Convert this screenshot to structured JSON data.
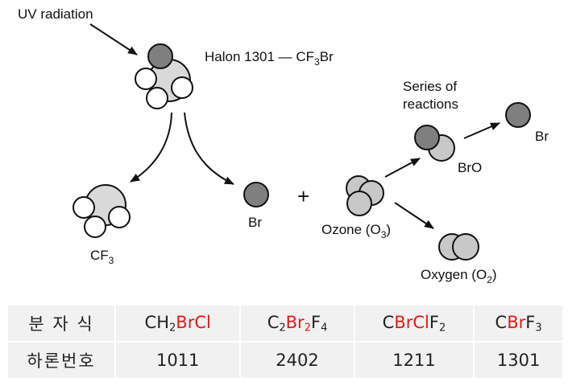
{
  "diagram": {
    "labels": {
      "uv": "UV radiation",
      "halon": "Halon 1301 — CF",
      "halon_sub": "3",
      "halon_tail": "Br",
      "cf3": "CF",
      "cf3_sub": "3",
      "br_left": "Br",
      "plus": "+",
      "ozone": "Ozone (O",
      "ozone_sub": "3",
      "ozone_tail": ")",
      "series1": "Series of",
      "series2": "reactions",
      "bro": "BrO",
      "br_right": "Br",
      "oxygen": "Oxygen (O",
      "oxygen_sub": "2",
      "oxygen_tail": ")"
    },
    "colors": {
      "bromine": "#7f7f7f",
      "ozone_atom": "#c8c8c8",
      "carbon": "#d9d9d9",
      "fluorine": "#ffffff"
    }
  },
  "table": {
    "row1_label": "분 자 식",
    "row2_label": "하론번호",
    "formulas": [
      {
        "parts": [
          {
            "t": "CH",
            "red": false
          },
          {
            "t": "2",
            "sub": true,
            "red": false
          },
          {
            "t": "BrCl",
            "red": true
          }
        ]
      },
      {
        "parts": [
          {
            "t": "C",
            "red": false
          },
          {
            "t": "2",
            "sub": true,
            "red": false
          },
          {
            "t": "Br",
            "red": true
          },
          {
            "t": "2",
            "sub": true,
            "red": true
          },
          {
            "t": "F",
            "red": false
          },
          {
            "t": "4",
            "sub": true,
            "red": false
          }
        ]
      },
      {
        "parts": [
          {
            "t": "C",
            "red": false
          },
          {
            "t": "BrCl",
            "red": true
          },
          {
            "t": "F",
            "red": false
          },
          {
            "t": "2",
            "sub": true,
            "red": false
          }
        ]
      },
      {
        "parts": [
          {
            "t": "C",
            "red": false
          },
          {
            "t": "Br",
            "red": true
          },
          {
            "t": "F",
            "red": false
          },
          {
            "t": "3",
            "sub": true,
            "red": false
          }
        ]
      }
    ],
    "numbers": [
      "1011",
      "2402",
      "1211",
      "1301"
    ]
  }
}
